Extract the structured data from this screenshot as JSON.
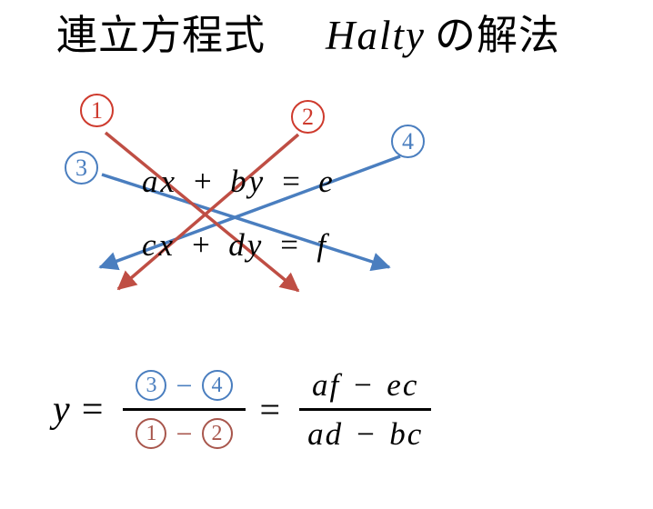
{
  "title": {
    "jp_lead": "連立方程式",
    "latin": "Halty",
    "jp_tail": "の解法"
  },
  "colors": {
    "red": "#ce3a2d",
    "dark_red": "#a8564c",
    "blue": "#4a7ebf",
    "arrow_red": "#bf4e44",
    "arrow_blue": "#4a7ebf",
    "text": "#000000",
    "fraction_bar": "#000000",
    "background": "#ffffff"
  },
  "diagram": {
    "marker1": "1",
    "marker2": "2",
    "marker3": "3",
    "marker4": "4",
    "equation1": "ax + by = e",
    "equation2": "cx + dy = f"
  },
  "formula": {
    "lhs": "y =",
    "numerator1": {
      "a": "3",
      "minus": "−",
      "b": "4"
    },
    "denominator1": {
      "a": "1",
      "minus": "−",
      "b": "2"
    },
    "equals": "=",
    "numerator2": "af − ec",
    "denominator2": "ad − bc"
  }
}
